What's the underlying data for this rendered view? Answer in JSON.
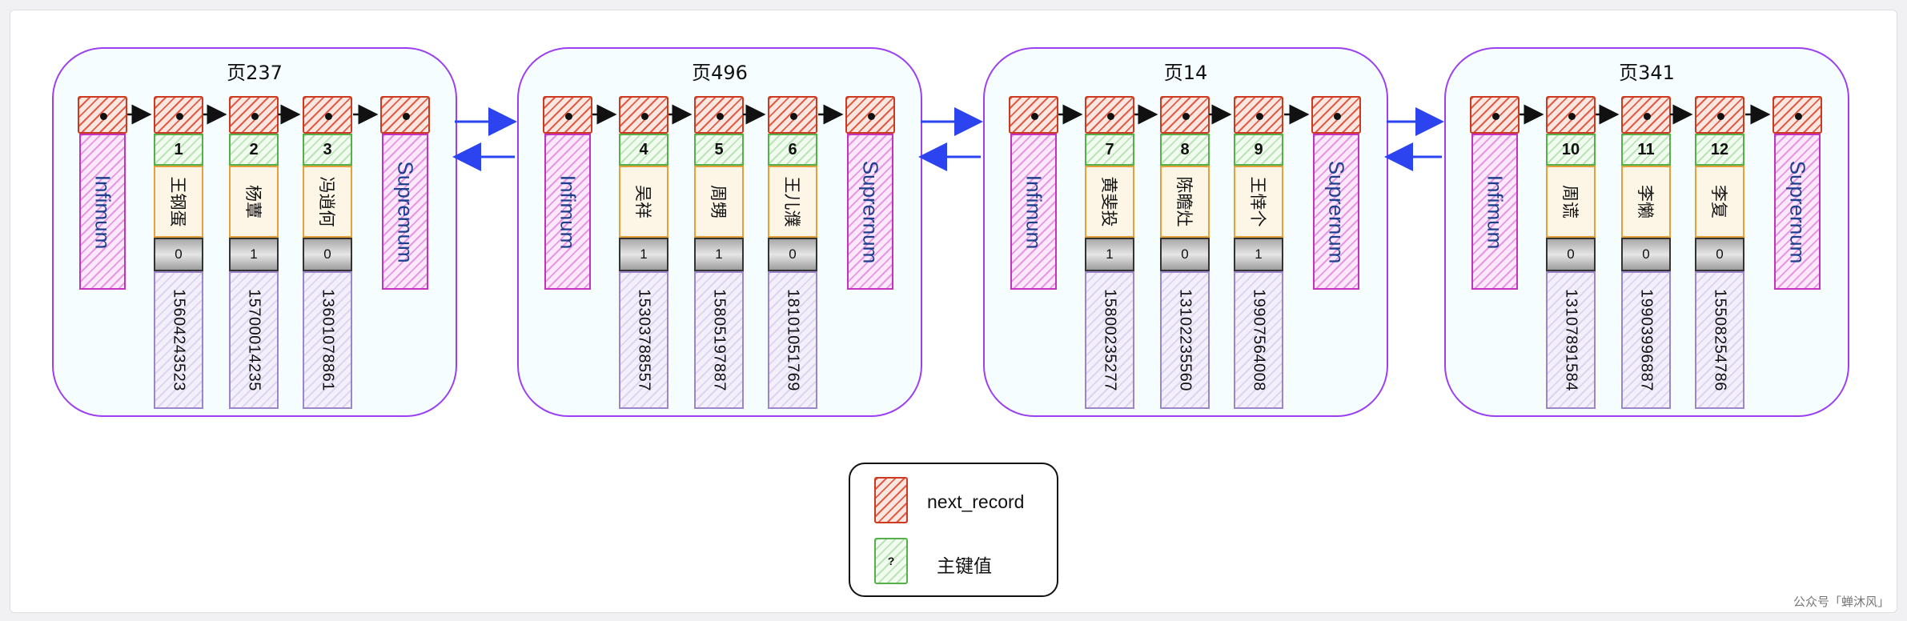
{
  "pages": [
    {
      "title": "页237",
      "infimum": "Infimum",
      "supremum": "Supremum",
      "records": [
        {
          "id": "1",
          "name": "王钢蛋",
          "flag": "0",
          "phone": "15604243523"
        },
        {
          "id": "2",
          "name": "杨蕈",
          "flag": "1",
          "phone": "15700014235"
        },
        {
          "id": "3",
          "name": "冯逍何",
          "flag": "0",
          "phone": "13601078861"
        }
      ]
    },
    {
      "title": "页496",
      "infimum": "Infimum",
      "supremum": "Suprernum",
      "records": [
        {
          "id": "4",
          "name": "吴祥",
          "flag": "1",
          "phone": "15303788557"
        },
        {
          "id": "5",
          "name": "周甥",
          "flag": "1",
          "phone": "15805197887"
        },
        {
          "id": "6",
          "name": "王儿濮",
          "flag": "0",
          "phone": "18101051769"
        }
      ]
    },
    {
      "title": "页14",
      "infimum": "Infimum",
      "supremum": "Suprernum",
      "records": [
        {
          "id": "7",
          "name": "黄斐投",
          "flag": "1",
          "phone": "15800235277"
        },
        {
          "id": "8",
          "name": "陈瞻灶",
          "flag": "0",
          "phone": "13102235560"
        },
        {
          "id": "9",
          "name": "王悻个",
          "flag": "1",
          "phone": "19907564008"
        }
      ]
    },
    {
      "title": "页341",
      "infimum": "Infimum",
      "supremum": "Suprernum",
      "records": [
        {
          "id": "10",
          "name": "周谎",
          "flag": "0",
          "phone": "13107891584"
        },
        {
          "id": "11",
          "name": "李懒",
          "flag": "0",
          "phone": "19903996887"
        },
        {
          "id": "12",
          "name": "李复",
          "flag": "0",
          "phone": "15508254786"
        }
      ]
    }
  ],
  "legend": {
    "pointer_label": "next_record",
    "key_label": "主键值",
    "key_symbol": "?"
  },
  "watermark": "公众号「蝉沐风」",
  "colors": {
    "page_border": "#9b3ff3",
    "page_link_arrow": "#2c44f0",
    "record_arrow": "#111111",
    "pointer": "#cd3a22",
    "primary_key": "#56b04a",
    "name_field": "#e6a03a",
    "system_record": "#c333c0"
  }
}
